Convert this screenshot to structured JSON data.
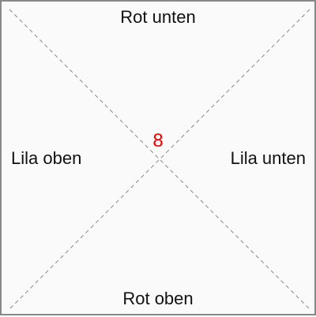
{
  "labels": {
    "top": "Rot unten",
    "bottom": "Rot oben",
    "left": "Lila oben",
    "right": "Lila unten"
  },
  "center": {
    "value": "8",
    "color": "#ee0000"
  },
  "colors": {
    "border": "#888888",
    "background": "#fafafa",
    "diagonal": "#888888",
    "text": "#111111"
  }
}
